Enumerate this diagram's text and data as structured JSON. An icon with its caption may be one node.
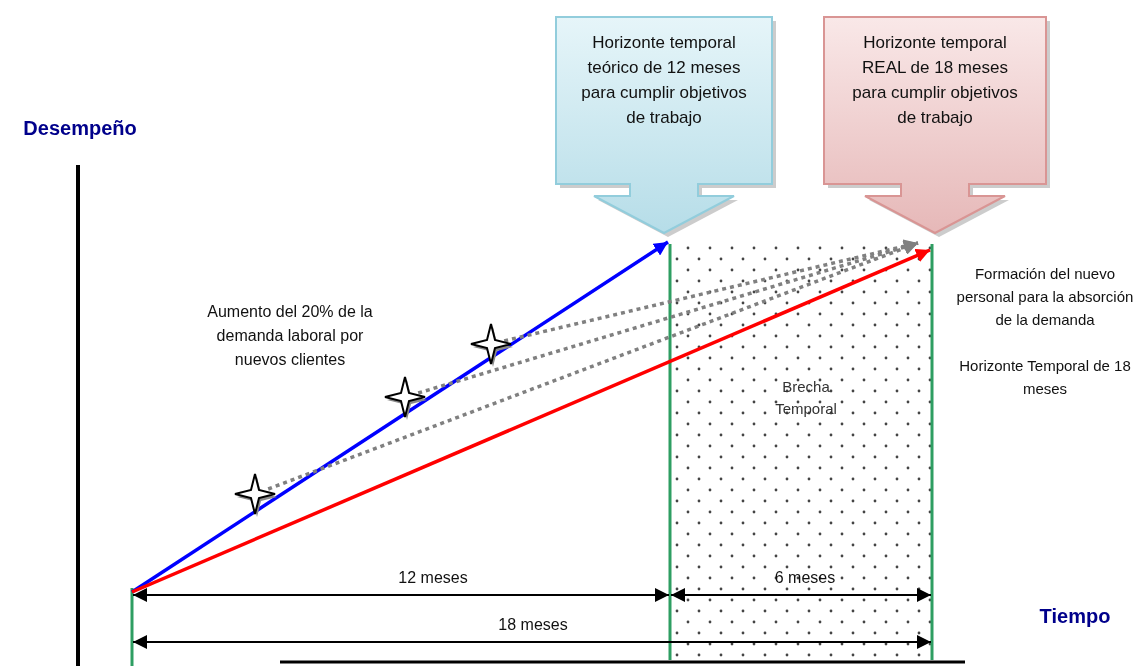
{
  "diagram": {
    "nodes": [
      {
        "text": [
          "Horizonte temporal teórico de 12 meses para cumplir objetivos de trabajo"
        ]
      },
      {
        "text": [
          "Horizonte temporal REAL de 18 meses para cumplir objetivos de trabajo"
        ]
      },
      {
        "text": [],
        "shape": "star"
      },
      {
        "text": [],
        "shape": "star"
      },
      {
        "text": [],
        "shape": "star"
      }
    ],
    "edges": [
      {
        "from": null,
        "to": 0,
        "arrow": "to",
        "color": "#0000ff"
      },
      {
        "from": null,
        "to": 1,
        "arrow": "to",
        "color": "#ff0000"
      },
      {
        "from": 2,
        "to": 1,
        "arrow": "to",
        "style": "dashed",
        "color": "#808080"
      },
      {
        "from": 3,
        "to": 1,
        "arrow": "to",
        "style": "dashed",
        "color": "#808080"
      },
      {
        "from": 4,
        "to": 1,
        "arrow": "to",
        "style": "dashed",
        "color": "#808080"
      }
    ],
    "labels": [
      "Desempeño",
      "Aumento del 20% de la demanda laboral por nuevos clientes",
      "Brecha Temporal",
      "Formación del nuevo personal para la absorción de la demanda",
      "Horizonte Temporal de 18 meses",
      "12 meses",
      "6 meses",
      "18 meses",
      "Tiempo"
    ]
  }
}
